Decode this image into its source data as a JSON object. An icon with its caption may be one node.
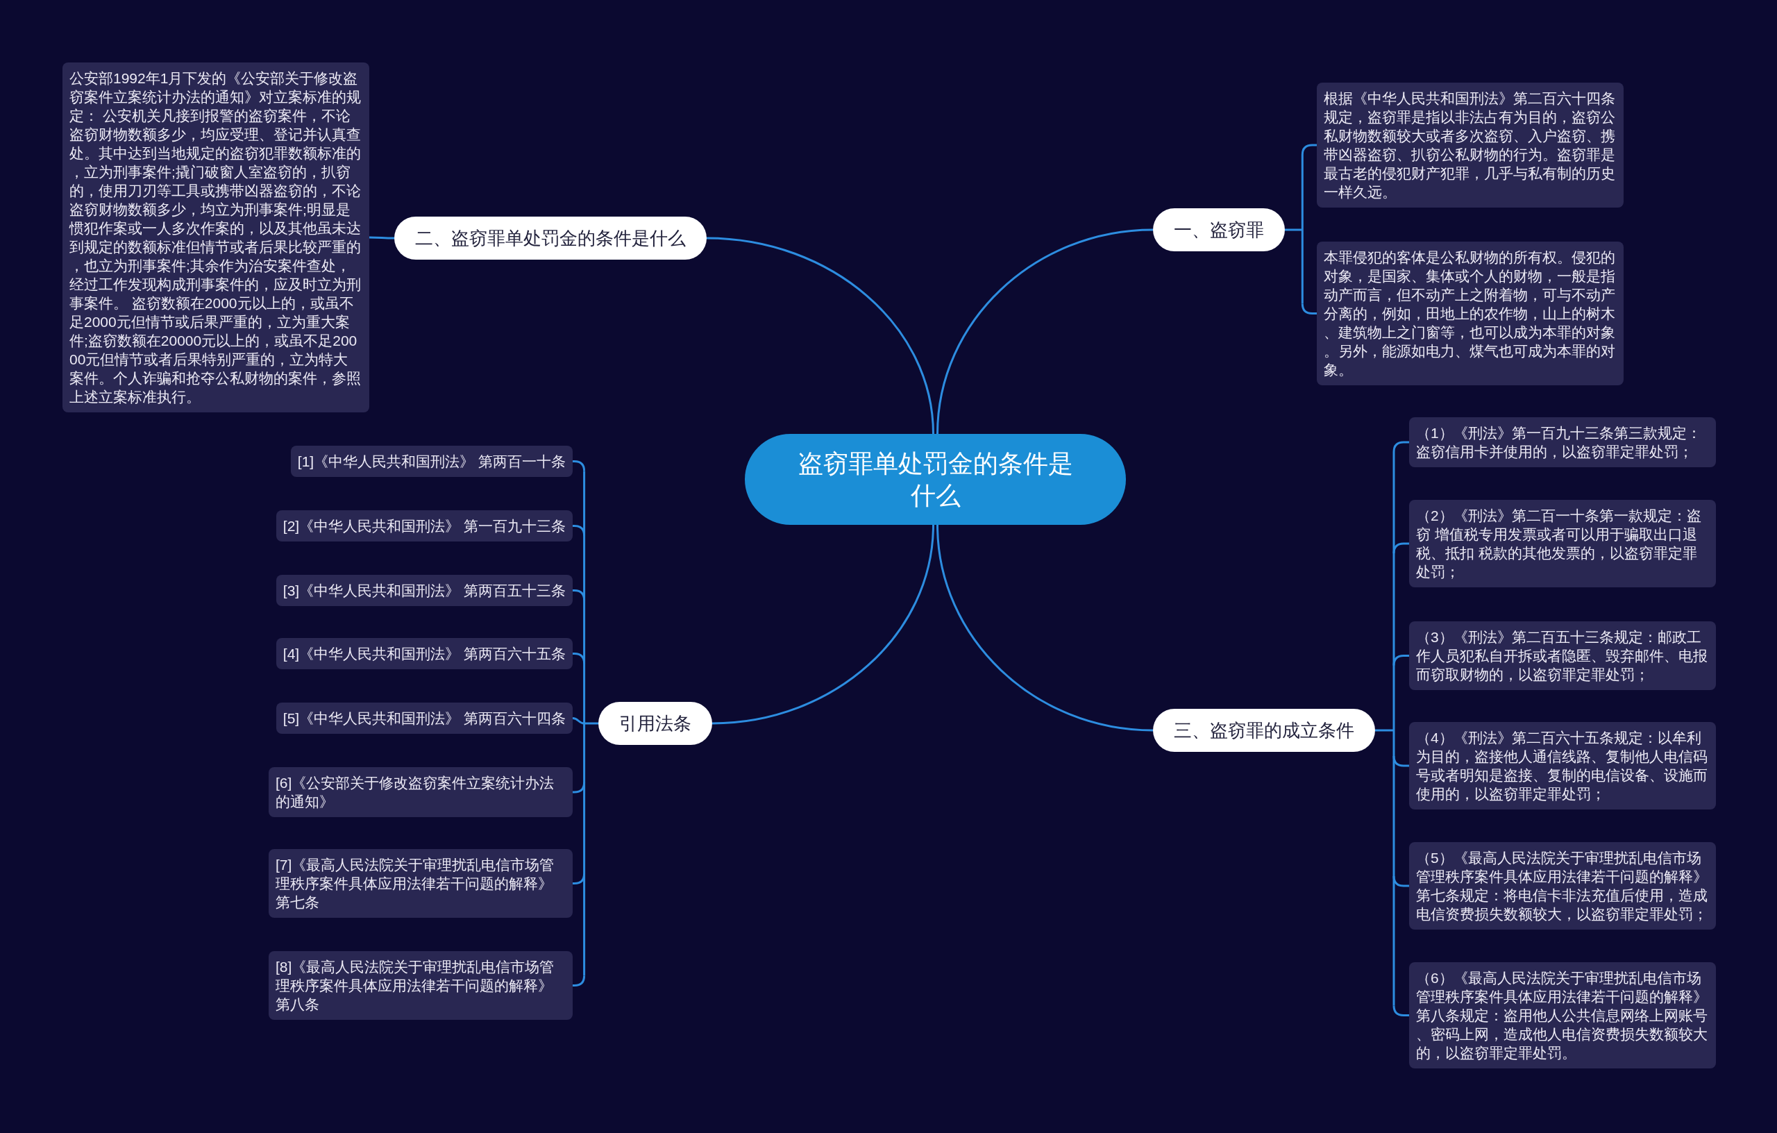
{
  "diagram": {
    "nodes": [
      {
        "text": [
          "盗窃罪单处罚金的条件是什么"
        ]
      },
      {
        "text": [
          "一、盗窃罪"
        ]
      },
      {
        "text": [
          "根据《中华人民共和国刑法》第二百六十四条规定，盗窃罪是指以非法占有为目的，盗窃公私财物数额较大或者多次盗窃、入户盗窃、携带凶器盗窃、扒窃公私财物的行为。盗窃罪是最古老的侵犯财产犯罪，几乎与私有制的历史一样久远。"
        ]
      },
      {
        "text": [
          "本罪侵犯的客体是公私财物的所有权。侵犯的对象，是国家、集体或个人的财物，一般是指动产而言，但不动产上之附着物，可与不动产分离的，例如，田地上的农作物，山上的树木、建筑物上之门窗等，也可以成为本罪的对象。另外，能源如电力、煤气也可成为本罪的对象。"
        ]
      },
      {
        "text": [
          "二、盗窃罪单处罚金的条件是什么"
        ]
      },
      {
        "text": [
          "公安部1992年1月下发的《公安部关于修改盗窃案件立案统计办法的通知》对立案标准的规定： 公安机关凡接到报警的盗窃案件，不论盗窃财物数额多少，均应受理、登记并认真查处。其中达到当地规定的盗窃犯罪数额标准的，立为刑事案件;撬门破窗人室盗窃的，扒窃的，使用刀刃等工具或携带凶器盗窃的，不论盗窃财物数额多少，均立为刑事案件;明显是惯犯作案或一人多次作案的，以及其他虽未达到规定的数额标准但情节或者后果比较严重的，也立为刑事案件;其余作为治安案件查处，经过工作发现构成刑事案件的，应及时立为刑事案件。 盗窃数额在2000元以上的，或虽不足2000元但情节或后果严重的，立为重大案件;盗窃数额在20000元以上的，或虽不足20000元但情节或者后果特别严重的，立为特大案件。个人诈骗和抢夺公私财物的案件，参照上述立案标准执行。"
        ]
      },
      {
        "text": [
          "三、盗窃罪的成立条件"
        ]
      },
      {
        "text": [
          "（1）《刑法》第一百九十三条第三款规定：盗窃信用卡并使用的，以盗窃罪定罪处罚；"
        ]
      },
      {
        "text": [
          "（2）《刑法》第二百一十条第一款规定：盗窃 增值税专用发票或者可以用于骗取出口退税、抵扣 税款的其他发票的，以盗窃罪定罪处罚；"
        ]
      },
      {
        "text": [
          "（3）《刑法》第二百五十三条规定：邮政工作人员犯私自开拆或者隐匿、毁弃邮件、电报而窃取财物的，以盗窃罪定罪处罚；"
        ]
      },
      {
        "text": [
          "（4）《刑法》第二百六十五条规定：以牟利为目的，盗接他人通信线路、复制他人电信码号或者明知是盗接、复制的电信设备、设施而使用的，以盗窃罪定罪处罚；"
        ]
      },
      {
        "text": [
          "（5）《最高人民法院关于审理扰乱电信市场管理秩序案件具体应用法律若干问题的解释》第七条规定：将电信卡非法充值后使用，造成电信资费损失数额较大，以盗窃罪定罪处罚；"
        ]
      },
      {
        "text": [
          "（6）《最高人民法院关于审理扰乱电信市场管理秩序案件具体应用法律若干问题的解释》第八条规定：盗用他人公共信息网络上网账号、密码上网，造成他人电信资费损失数额较大的，以盗窃罪定罪处罚。"
        ]
      },
      {
        "text": [
          "引用法条"
        ]
      },
      {
        "text": [
          "[1]《中华人民共和国刑法》 第两百一十条"
        ]
      },
      {
        "text": [
          "[2]《中华人民共和国刑法》 第一百九十三条"
        ]
      },
      {
        "text": [
          "[3]《中华人民共和国刑法》 第两百五十三条"
        ]
      },
      {
        "text": [
          "[4]《中华人民共和国刑法》 第两百六十五条"
        ]
      },
      {
        "text": [
          "[5]《中华人民共和国刑法》 第两百六十四条"
        ]
      },
      {
        "text": [
          "[6]《公安部关于修改盗窃案件立案统计办法的通知》"
        ]
      },
      {
        "text": [
          "[7]《最高人民法院关于审理扰乱电信市场管理秩序案件具体应用法律若干问题的解释》第七条"
        ]
      },
      {
        "text": [
          "[8]《最高人民法院关于审理扰乱电信市场管理秩序案件具体应用法律若干问题的解释》第八条"
        ]
      }
    ],
    "edges": [
      {
        "from": 0,
        "to": 1,
        "arrow": "none"
      },
      {
        "from": 0,
        "to": 4,
        "arrow": "none"
      },
      {
        "from": 0,
        "to": 6,
        "arrow": "none"
      },
      {
        "from": 0,
        "to": 13,
        "arrow": "none"
      },
      {
        "from": 1,
        "to": 2,
        "arrow": "none"
      },
      {
        "from": 1,
        "to": 3,
        "arrow": "none"
      },
      {
        "from": 4,
        "to": 5,
        "arrow": "none"
      },
      {
        "from": 6,
        "to": 7,
        "arrow": "none"
      },
      {
        "from": 6,
        "to": 8,
        "arrow": "none"
      },
      {
        "from": 6,
        "to": 9,
        "arrow": "none"
      },
      {
        "from": 6,
        "to": 10,
        "arrow": "none"
      },
      {
        "from": 6,
        "to": 11,
        "arrow": "none"
      },
      {
        "from": 6,
        "to": 12,
        "arrow": "none"
      },
      {
        "from": 13,
        "to": 14,
        "arrow": "none"
      },
      {
        "from": 13,
        "to": 15,
        "arrow": "none"
      },
      {
        "from": 13,
        "to": 16,
        "arrow": "none"
      },
      {
        "from": 13,
        "to": 17,
        "arrow": "none"
      },
      {
        "from": 13,
        "to": 18,
        "arrow": "none"
      },
      {
        "from": 13,
        "to": 19,
        "arrow": "none"
      },
      {
        "from": 13,
        "to": 20,
        "arrow": "none"
      },
      {
        "from": 13,
        "to": 21,
        "arrow": "none"
      }
    ]
  }
}
